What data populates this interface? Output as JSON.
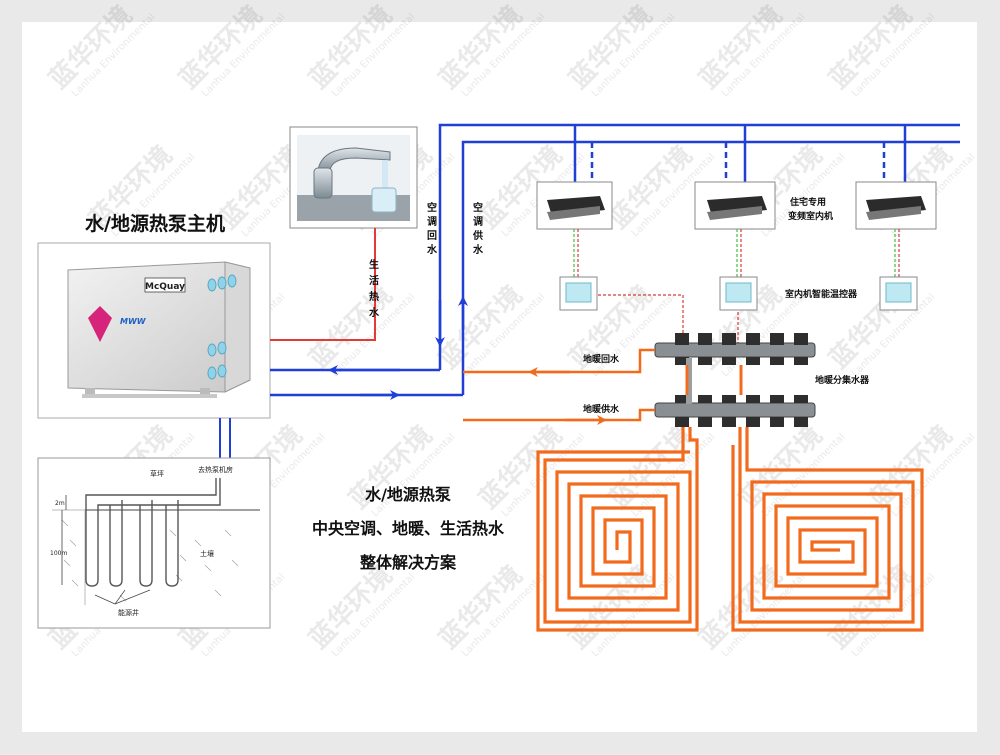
{
  "main_title": "水/地源热泵主机",
  "heat_pump": {
    "brand": "McQuay",
    "badge": "MWW"
  },
  "labels": {
    "domestic_hot_water": [
      "生",
      "活",
      "热",
      "水"
    ],
    "ac_return_water": [
      "空",
      "调",
      "回",
      "水"
    ],
    "ac_supply_water": [
      "空",
      "调",
      "供",
      "水"
    ],
    "residential_indoor_unit_1": "住宅专用",
    "residential_indoor_unit_2": "变频室内机",
    "thermostat": "室内机智能温控器",
    "floor_heating_return": "地暖回水",
    "floor_heating_supply": "地暖供水",
    "manifold": "地暖分集水器"
  },
  "well_diagram": {
    "lawn": "草坪",
    "to_machine_room": "去热泵机房",
    "depth_top": "2m",
    "depth_main": "100m",
    "soil": "土壤",
    "energy_well": "能源井"
  },
  "solution": {
    "line1": "水/地源热泵",
    "line2": "中央空调、地暖、生活热水",
    "line3": "整体解决方案"
  },
  "watermark": {
    "cn": "蓝华环境",
    "en": "Lanhua Environmental"
  },
  "colors": {
    "supply_pipe": "#1f3fd6",
    "return_pipe_dashed": "#1f3fd6",
    "hot_water": "#e53935",
    "floor_heating": "#f26b1d",
    "thermostat_line": "#d83a3a",
    "sensor_line": "#3cc23c"
  }
}
